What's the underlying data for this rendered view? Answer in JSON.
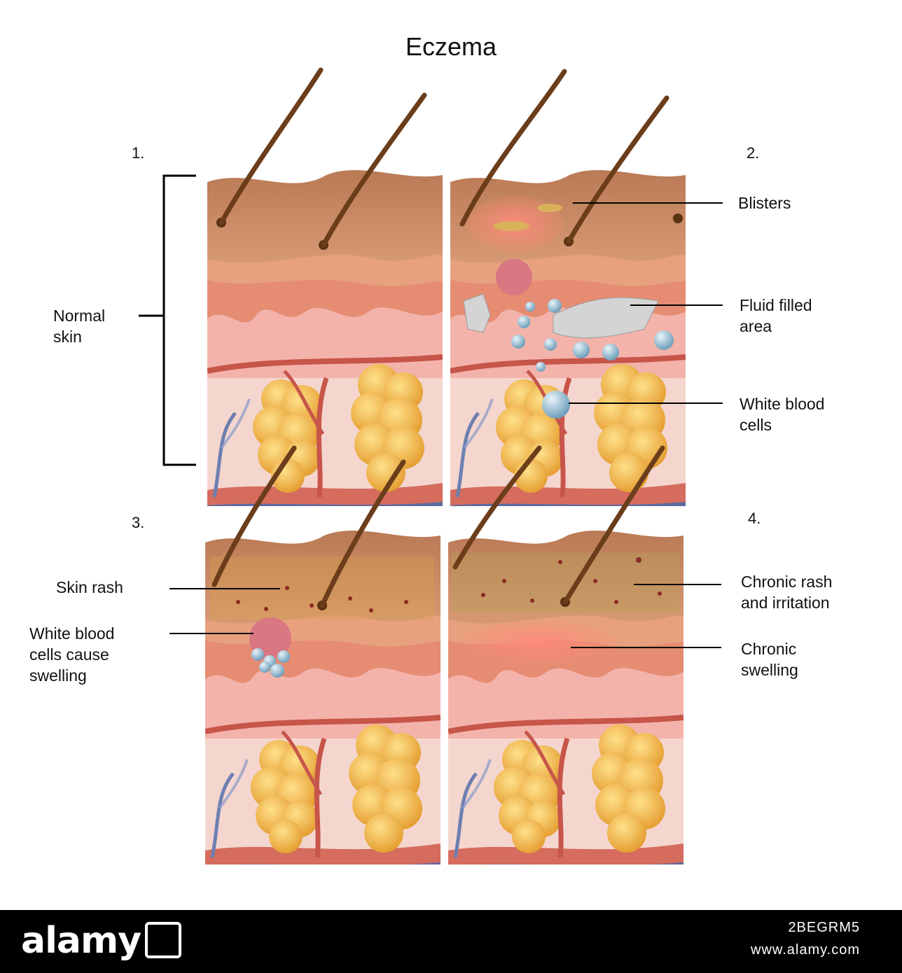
{
  "title": "Eczema",
  "panels": {
    "p1": {
      "number": "1.",
      "label": [
        "Normal",
        "skin"
      ]
    },
    "p2": {
      "number": "2.",
      "labels": {
        "blisters": [
          "Blisters"
        ],
        "fluid": [
          "Fluid filled",
          "area"
        ],
        "wbc": [
          "White blood",
          "cells"
        ]
      }
    },
    "p3": {
      "number": "3.",
      "labels": {
        "rash": [
          "Skin rash"
        ],
        "wbc_swelling": [
          "White blood",
          "cells cause",
          "swelling"
        ]
      }
    },
    "p4": {
      "number": "4.",
      "labels": {
        "chronic_rash": [
          "Chronic rash",
          "and irritation"
        ],
        "chronic_swelling": [
          "Chronic",
          "swelling"
        ]
      }
    }
  },
  "footer": {
    "brand": "alamy",
    "image_id": "2BEGRM5",
    "site": "www.alamy.com"
  },
  "colors": {
    "hair": "#6b3d1a",
    "epidermis": "#c98b63",
    "dermis": "#e9a08a",
    "fat": "#f2b54a",
    "vessel": "#c7554a",
    "wbc": "#9ec4d9",
    "footer": "#000000"
  }
}
